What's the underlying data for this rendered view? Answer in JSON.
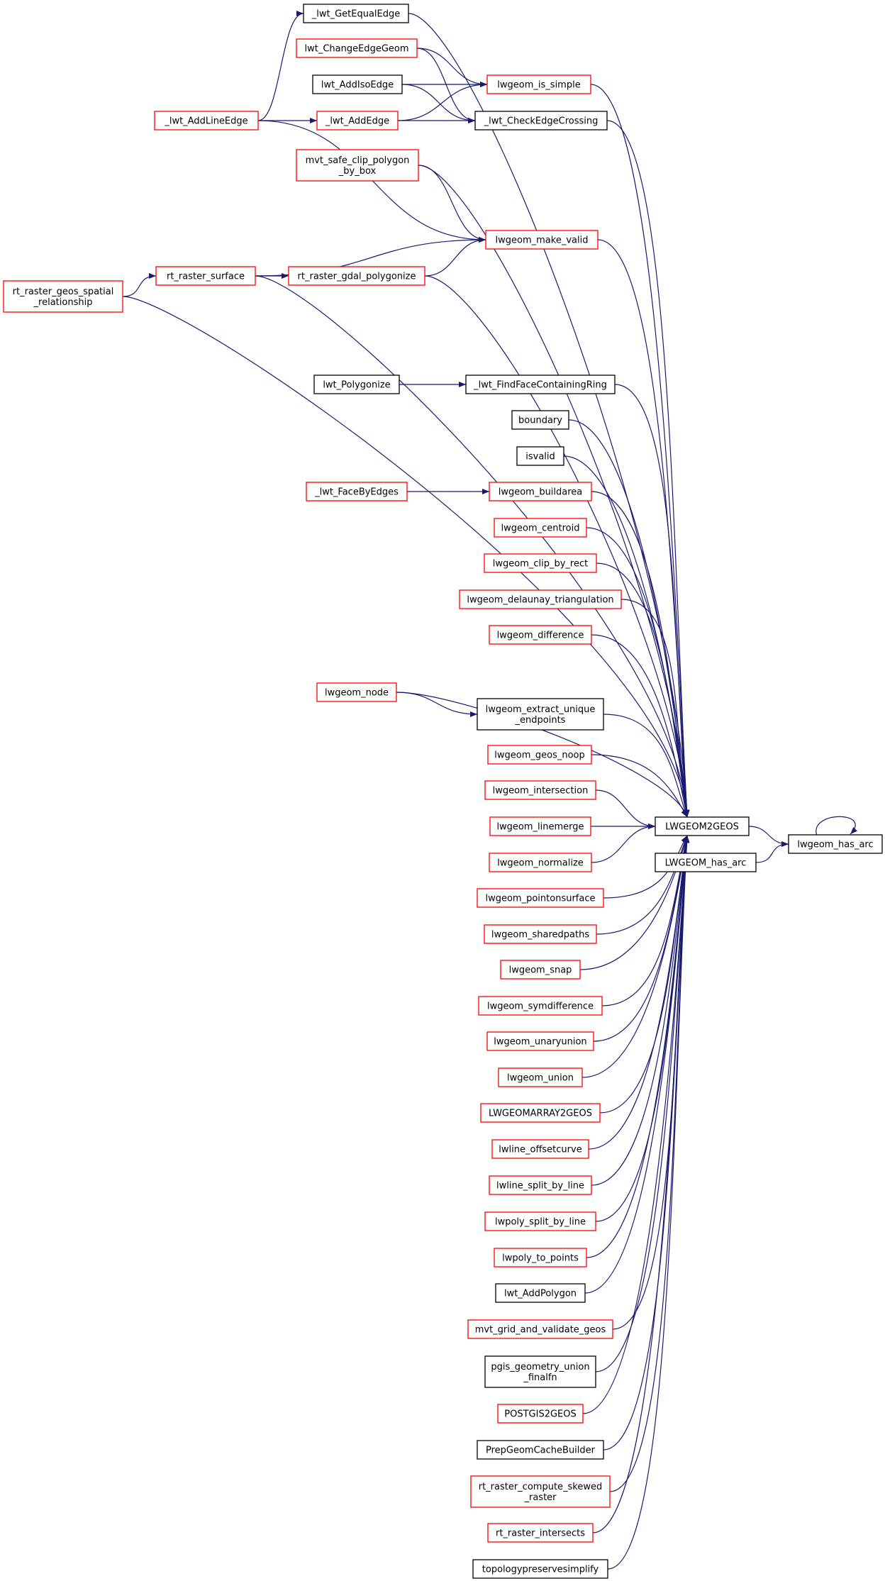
{
  "colors": {
    "edge": "#191970",
    "border_default": "#000000",
    "border_truncated": "#ff0000",
    "focus_fill": "#bfbfbf",
    "background": "#ffffff"
  },
  "nodes": [
    {
      "id": "lwgeom_has_arc",
      "lines": [
        "lwgeom_has_arc"
      ],
      "style": "focus"
    },
    {
      "id": "LWGEOM2GEOS",
      "lines": [
        "LWGEOM2GEOS"
      ],
      "style": "black"
    },
    {
      "id": "LWGEOM_has_arc",
      "lines": [
        "LWGEOM_has_arc"
      ],
      "style": "black"
    },
    {
      "id": "_lwt_GetEqualEdge",
      "lines": [
        "_lwt_GetEqualEdge"
      ],
      "style": "black"
    },
    {
      "id": "lwt_ChangeEdgeGeom",
      "lines": [
        "lwt_ChangeEdgeGeom"
      ],
      "style": "red"
    },
    {
      "id": "lwt_AddIsoEdge",
      "lines": [
        "lwt_AddIsoEdge"
      ],
      "style": "black"
    },
    {
      "id": "lwgeom_is_simple",
      "lines": [
        "lwgeom_is_simple"
      ],
      "style": "red"
    },
    {
      "id": "_lwt_AddLineEdge",
      "lines": [
        "_lwt_AddLineEdge"
      ],
      "style": "red"
    },
    {
      "id": "_lwt_AddEdge",
      "lines": [
        "_lwt_AddEdge"
      ],
      "style": "red"
    },
    {
      "id": "_lwt_CheckEdgeCrossing",
      "lines": [
        "_lwt_CheckEdgeCrossing"
      ],
      "style": "black"
    },
    {
      "id": "mvt_safe_clip_polygon_by_box",
      "lines": [
        "mvt_safe_clip_polygon",
        "_by_box"
      ],
      "style": "red"
    },
    {
      "id": "lwgeom_make_valid",
      "lines": [
        "lwgeom_make_valid"
      ],
      "style": "red"
    },
    {
      "id": "rt_raster_geos_spatial_relationship",
      "lines": [
        "rt_raster_geos_spatial",
        "_relationship"
      ],
      "style": "red"
    },
    {
      "id": "rt_raster_surface",
      "lines": [
        "rt_raster_surface"
      ],
      "style": "red"
    },
    {
      "id": "rt_raster_gdal_polygonize",
      "lines": [
        "rt_raster_gdal_polygonize"
      ],
      "style": "red"
    },
    {
      "id": "lwt_Polygonize",
      "lines": [
        "lwt_Polygonize"
      ],
      "style": "black"
    },
    {
      "id": "_lwt_FindFaceContainingRing",
      "lines": [
        "_lwt_FindFaceContainingRing"
      ],
      "style": "black"
    },
    {
      "id": "boundary",
      "lines": [
        "boundary"
      ],
      "style": "black"
    },
    {
      "id": "isvalid",
      "lines": [
        "isvalid"
      ],
      "style": "black"
    },
    {
      "id": "_lwt_FaceByEdges",
      "lines": [
        "_lwt_FaceByEdges"
      ],
      "style": "red"
    },
    {
      "id": "lwgeom_buildarea",
      "lines": [
        "lwgeom_buildarea"
      ],
      "style": "red"
    },
    {
      "id": "lwgeom_centroid",
      "lines": [
        "lwgeom_centroid"
      ],
      "style": "red"
    },
    {
      "id": "lwgeom_clip_by_rect",
      "lines": [
        "lwgeom_clip_by_rect"
      ],
      "style": "red"
    },
    {
      "id": "lwgeom_delaunay_triangulation",
      "lines": [
        "lwgeom_delaunay_triangulation"
      ],
      "style": "red"
    },
    {
      "id": "lwgeom_difference",
      "lines": [
        "lwgeom_difference"
      ],
      "style": "red"
    },
    {
      "id": "lwgeom_node",
      "lines": [
        "lwgeom_node"
      ],
      "style": "red"
    },
    {
      "id": "lwgeom_extract_unique_endpoints",
      "lines": [
        "lwgeom_extract_unique",
        "_endpoints"
      ],
      "style": "black"
    },
    {
      "id": "lwgeom_geos_noop",
      "lines": [
        "lwgeom_geos_noop"
      ],
      "style": "red"
    },
    {
      "id": "lwgeom_intersection",
      "lines": [
        "lwgeom_intersection"
      ],
      "style": "red"
    },
    {
      "id": "lwgeom_linemerge",
      "lines": [
        "lwgeom_linemerge"
      ],
      "style": "red"
    },
    {
      "id": "lwgeom_normalize",
      "lines": [
        "lwgeom_normalize"
      ],
      "style": "red"
    },
    {
      "id": "lwgeom_pointonsurface",
      "lines": [
        "lwgeom_pointonsurface"
      ],
      "style": "red"
    },
    {
      "id": "lwgeom_sharedpaths",
      "lines": [
        "lwgeom_sharedpaths"
      ],
      "style": "red"
    },
    {
      "id": "lwgeom_snap",
      "lines": [
        "lwgeom_snap"
      ],
      "style": "red"
    },
    {
      "id": "lwgeom_symdifference",
      "lines": [
        "lwgeom_symdifference"
      ],
      "style": "red"
    },
    {
      "id": "lwgeom_unaryunion",
      "lines": [
        "lwgeom_unaryunion"
      ],
      "style": "red"
    },
    {
      "id": "lwgeom_union",
      "lines": [
        "lwgeom_union"
      ],
      "style": "red"
    },
    {
      "id": "LWGEOMARRAY2GEOS",
      "lines": [
        "LWGEOMARRAY2GEOS"
      ],
      "style": "red"
    },
    {
      "id": "lwline_offsetcurve",
      "lines": [
        "lwline_offsetcurve"
      ],
      "style": "red"
    },
    {
      "id": "lwline_split_by_line",
      "lines": [
        "lwline_split_by_line"
      ],
      "style": "red"
    },
    {
      "id": "lwpoly_split_by_line",
      "lines": [
        "lwpoly_split_by_line"
      ],
      "style": "red"
    },
    {
      "id": "lwpoly_to_points",
      "lines": [
        "lwpoly_to_points"
      ],
      "style": "red"
    },
    {
      "id": "lwt_AddPolygon",
      "lines": [
        "lwt_AddPolygon"
      ],
      "style": "black"
    },
    {
      "id": "mvt_grid_and_validate_geos",
      "lines": [
        "mvt_grid_and_validate_geos"
      ],
      "style": "red"
    },
    {
      "id": "pgis_geometry_union_finalfn",
      "lines": [
        "pgis_geometry_union",
        "_finalfn"
      ],
      "style": "black"
    },
    {
      "id": "POSTGIS2GEOS",
      "lines": [
        "POSTGIS2GEOS"
      ],
      "style": "red"
    },
    {
      "id": "PrepGeomCacheBuilder",
      "lines": [
        "PrepGeomCacheBuilder"
      ],
      "style": "black"
    },
    {
      "id": "rt_raster_compute_skewed_raster",
      "lines": [
        "rt_raster_compute_skewed",
        "_raster"
      ],
      "style": "red"
    },
    {
      "id": "rt_raster_intersects",
      "lines": [
        "rt_raster_intersects"
      ],
      "style": "red"
    },
    {
      "id": "topologypreservesimplify",
      "lines": [
        "topologypreservesimplify"
      ],
      "style": "black"
    }
  ],
  "edges": [
    [
      "LWGEOM2GEOS",
      "lwgeom_has_arc"
    ],
    [
      "LWGEOM_has_arc",
      "lwgeom_has_arc"
    ],
    [
      "lwgeom_has_arc",
      "lwgeom_has_arc"
    ],
    [
      "_lwt_GetEqualEdge",
      "LWGEOM2GEOS"
    ],
    [
      "lwgeom_is_simple",
      "LWGEOM2GEOS"
    ],
    [
      "_lwt_CheckEdgeCrossing",
      "LWGEOM2GEOS"
    ],
    [
      "mvt_safe_clip_polygon_by_box",
      "LWGEOM2GEOS"
    ],
    [
      "lwgeom_make_valid",
      "LWGEOM2GEOS"
    ],
    [
      "rt_raster_gdal_polygonize",
      "LWGEOM2GEOS"
    ],
    [
      "rt_raster_surface",
      "LWGEOM2GEOS"
    ],
    [
      "rt_raster_geos_spatial_relationship",
      "LWGEOM2GEOS"
    ],
    [
      "_lwt_FindFaceContainingRing",
      "LWGEOM2GEOS"
    ],
    [
      "boundary",
      "LWGEOM2GEOS"
    ],
    [
      "isvalid",
      "LWGEOM2GEOS"
    ],
    [
      "lwgeom_buildarea",
      "LWGEOM2GEOS"
    ],
    [
      "lwgeom_centroid",
      "LWGEOM2GEOS"
    ],
    [
      "lwgeom_clip_by_rect",
      "LWGEOM2GEOS"
    ],
    [
      "lwgeom_delaunay_triangulation",
      "LWGEOM2GEOS"
    ],
    [
      "lwgeom_difference",
      "LWGEOM2GEOS"
    ],
    [
      "lwgeom_node",
      "LWGEOM2GEOS"
    ],
    [
      "lwgeom_extract_unique_endpoints",
      "LWGEOM2GEOS"
    ],
    [
      "lwgeom_geos_noop",
      "LWGEOM2GEOS"
    ],
    [
      "lwgeom_intersection",
      "LWGEOM2GEOS"
    ],
    [
      "lwgeom_linemerge",
      "LWGEOM2GEOS"
    ],
    [
      "lwgeom_normalize",
      "LWGEOM2GEOS"
    ],
    [
      "lwgeom_pointonsurface",
      "LWGEOM2GEOS"
    ],
    [
      "lwgeom_sharedpaths",
      "LWGEOM2GEOS"
    ],
    [
      "lwgeom_snap",
      "LWGEOM2GEOS"
    ],
    [
      "lwgeom_symdifference",
      "LWGEOM2GEOS"
    ],
    [
      "lwgeom_unaryunion",
      "LWGEOM2GEOS"
    ],
    [
      "lwgeom_union",
      "LWGEOM2GEOS"
    ],
    [
      "LWGEOMARRAY2GEOS",
      "LWGEOM2GEOS"
    ],
    [
      "lwline_offsetcurve",
      "LWGEOM2GEOS"
    ],
    [
      "lwline_split_by_line",
      "LWGEOM2GEOS"
    ],
    [
      "lwpoly_split_by_line",
      "LWGEOM2GEOS"
    ],
    [
      "lwpoly_to_points",
      "LWGEOM2GEOS"
    ],
    [
      "lwt_AddPolygon",
      "LWGEOM2GEOS"
    ],
    [
      "mvt_grid_and_validate_geos",
      "LWGEOM2GEOS"
    ],
    [
      "pgis_geometry_union_finalfn",
      "LWGEOM2GEOS"
    ],
    [
      "POSTGIS2GEOS",
      "LWGEOM2GEOS"
    ],
    [
      "PrepGeomCacheBuilder",
      "LWGEOM2GEOS"
    ],
    [
      "rt_raster_compute_skewed_raster",
      "LWGEOM2GEOS"
    ],
    [
      "rt_raster_intersects",
      "LWGEOM2GEOS"
    ],
    [
      "topologypreservesimplify",
      "LWGEOM2GEOS"
    ],
    [
      "_lwt_AddLineEdge",
      "_lwt_GetEqualEdge"
    ],
    [
      "lwt_ChangeEdgeGeom",
      "lwgeom_is_simple"
    ],
    [
      "lwt_AddIsoEdge",
      "lwgeom_is_simple"
    ],
    [
      "_lwt_AddEdge",
      "lwgeom_is_simple"
    ],
    [
      "lwt_ChangeEdgeGeom",
      "_lwt_CheckEdgeCrossing"
    ],
    [
      "lwt_AddIsoEdge",
      "_lwt_CheckEdgeCrossing"
    ],
    [
      "_lwt_AddEdge",
      "_lwt_CheckEdgeCrossing"
    ],
    [
      "_lwt_AddLineEdge",
      "_lwt_AddEdge"
    ],
    [
      "mvt_safe_clip_polygon_by_box",
      "lwgeom_make_valid"
    ],
    [
      "_lwt_AddLineEdge",
      "lwgeom_make_valid"
    ],
    [
      "rt_raster_surface",
      "lwgeom_make_valid"
    ],
    [
      "rt_raster_gdal_polygonize",
      "lwgeom_make_valid"
    ],
    [
      "rt_raster_surface",
      "rt_raster_gdal_polygonize"
    ],
    [
      "rt_raster_geos_spatial_relationship",
      "rt_raster_surface"
    ],
    [
      "lwt_Polygonize",
      "_lwt_FindFaceContainingRing"
    ],
    [
      "_lwt_FaceByEdges",
      "lwgeom_buildarea"
    ],
    [
      "lwgeom_node",
      "lwgeom_extract_unique_endpoints"
    ]
  ]
}
